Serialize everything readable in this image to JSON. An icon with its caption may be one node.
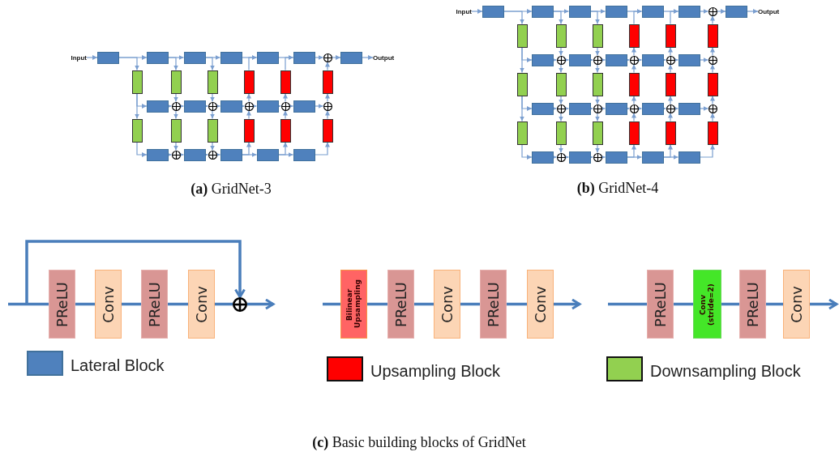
{
  "diagram": {
    "caption": "**(c)** Basic building blocks of GridNet",
    "nodes": [
      {
        "text": [
          "Input"
        ]
      },
      {
        "text": [],
        "shape": "box"
      },
      {
        "text": [],
        "shape": "box"
      },
      {
        "text": [],
        "shape": "box"
      },
      {
        "text": [],
        "shape": "box"
      },
      {
        "text": [],
        "shape": "box"
      },
      {
        "text": [],
        "shape": "box"
      },
      {
        "text": [],
        "shape": "circle"
      },
      {
        "text": [],
        "shape": "box"
      },
      {
        "text": [
          "Output"
        ]
      },
      {
        "text": [],
        "shape": "box"
      },
      {
        "text": [],
        "shape": "box"
      },
      {
        "text": [],
        "shape": "box"
      },
      {
        "text": [],
        "shape": "box"
      },
      {
        "text": [],
        "shape": "box"
      },
      {
        "text": [],
        "shape": "box"
      },
      {
        "text": [],
        "shape": "box"
      },
      {
        "text": [],
        "shape": "circle"
      },
      {
        "text": [],
        "shape": "box"
      },
      {
        "text": [],
        "shape": "circle"
      },
      {
        "text": [],
        "shape": "box"
      },
      {
        "text": [],
        "shape": "circle"
      },
      {
        "text": [],
        "shape": "box"
      },
      {
        "text": [],
        "shape": "circle"
      },
      {
        "text": [],
        "shape": "box"
      },
      {
        "text": [],
        "shape": "circle"
      },
      {
        "text": [],
        "shape": "box"
      },
      {
        "text": [],
        "shape": "box"
      },
      {
        "text": [],
        "shape": "box"
      },
      {
        "text": [],
        "shape": "box"
      },
      {
        "text": [],
        "shape": "box"
      },
      {
        "text": [],
        "shape": "box"
      },
      {
        "text": [],
        "shape": "box"
      },
      {
        "text": [],
        "shape": "circle"
      },
      {
        "text": [],
        "shape": "box"
      },
      {
        "text": [],
        "shape": "circle"
      },
      {
        "text": [],
        "shape": "box"
      },
      {
        "text": [],
        "shape": "box"
      },
      {
        "text": [],
        "shape": "box"
      },
      {
        "text": [
          "Input"
        ]
      },
      {
        "text": [],
        "shape": "box"
      },
      {
        "text": [],
        "shape": "box"
      },
      {
        "text": [],
        "shape": "box"
      },
      {
        "text": [],
        "shape": "box"
      },
      {
        "text": [],
        "shape": "box"
      },
      {
        "text": [],
        "shape": "box"
      },
      {
        "text": [],
        "shape": "circle"
      },
      {
        "text": [],
        "shape": "box"
      },
      {
        "text": [
          "Output"
        ]
      },
      {
        "text": [],
        "shape": "box"
      },
      {
        "text": [],
        "shape": "box"
      },
      {
        "text": [],
        "shape": "box"
      },
      {
        "text": [],
        "shape": "box"
      },
      {
        "text": [],
        "shape": "box"
      },
      {
        "text": [],
        "shape": "box"
      },
      {
        "text": [],
        "shape": "box"
      },
      {
        "text": [],
        "shape": "circle"
      },
      {
        "text": [],
        "shape": "box"
      },
      {
        "text": [],
        "shape": "circle"
      },
      {
        "text": [],
        "shape": "box"
      },
      {
        "text": [],
        "shape": "circle"
      },
      {
        "text": [],
        "shape": "box"
      },
      {
        "text": [],
        "shape": "circle"
      },
      {
        "text": [],
        "shape": "box"
      },
      {
        "text": [],
        "shape": "circle"
      },
      {
        "text": [],
        "shape": "box"
      },
      {
        "text": [],
        "shape": "box"
      },
      {
        "text": [],
        "shape": "box"
      },
      {
        "text": [],
        "shape": "box"
      },
      {
        "text": [],
        "shape": "box"
      },
      {
        "text": [],
        "shape": "box"
      },
      {
        "text": [],
        "shape": "box"
      },
      {
        "text": [],
        "shape": "circle"
      },
      {
        "text": [],
        "shape": "box"
      },
      {
        "text": [],
        "shape": "circle"
      },
      {
        "text": [],
        "shape": "box"
      },
      {
        "text": [],
        "shape": "circle"
      },
      {
        "text": [],
        "shape": "box"
      },
      {
        "text": [],
        "shape": "circle"
      },
      {
        "text": [],
        "shape": "box"
      },
      {
        "text": [],
        "shape": "circle"
      },
      {
        "text": [],
        "shape": "box"
      },
      {
        "text": [],
        "shape": "box"
      },
      {
        "text": [],
        "shape": "box"
      },
      {
        "text": [],
        "shape": "box"
      },
      {
        "text": [],
        "shape": "box"
      },
      {
        "text": [],
        "shape": "box"
      },
      {
        "text": [],
        "shape": "box"
      },
      {
        "text": [],
        "shape": "circle"
      },
      {
        "text": [],
        "shape": "box"
      },
      {
        "text": [],
        "shape": "circle"
      },
      {
        "text": [],
        "shape": "box"
      },
      {
        "text": [],
        "shape": "box"
      },
      {
        "text": [],
        "shape": "box"
      },
      {
        "text": [
          "PReLU"
        ]
      },
      {
        "text": [
          "Conv"
        ]
      },
      {
        "text": [
          "PReLU"
        ]
      },
      {
        "text": [
          "Conv"
        ]
      },
      {
        "text": [],
        "shape": "circle"
      },
      {
        "text": [
          "Bilinear Upsampling"
        ]
      },
      {
        "text": [
          "PReLU"
        ]
      },
      {
        "text": [
          "Conv"
        ]
      },
      {
        "text": [
          "PReLU"
        ]
      },
      {
        "text": [
          "Conv"
        ]
      },
      {
        "text": [
          "PReLU"
        ]
      },
      {
        "text": [
          "Conv (stride=2)"
        ]
      },
      {
        "text": [
          "PReLU"
        ]
      },
      {
        "text": [
          "Conv"
        ]
      }
    ],
    "edges": [
      {
        "from": 0,
        "to": 1,
        "arrow": "to"
      },
      {
        "from": 1,
        "to": 2,
        "arrow": "to"
      },
      {
        "from": 1,
        "to": 10,
        "arrow": "to"
      },
      {
        "from": 2,
        "to": 3,
        "arrow": "to"
      },
      {
        "from": 2,
        "to": 11,
        "arrow": "to"
      },
      {
        "from": 3,
        "to": 4,
        "arrow": "to"
      },
      {
        "from": 3,
        "to": 12,
        "arrow": "to"
      },
      {
        "from": 4,
        "to": 5,
        "arrow": "to"
      },
      {
        "from": 13,
        "to": 5,
        "arrow": "to"
      },
      {
        "from": 5,
        "to": 6,
        "arrow": "to"
      },
      {
        "from": 14,
        "to": 6,
        "arrow": "to"
      },
      {
        "from": 6,
        "to": 7,
        "arrow": "to"
      },
      {
        "from": 15,
        "to": 7,
        "arrow": "to"
      },
      {
        "from": 7,
        "to": 8,
        "arrow": "to"
      },
      {
        "from": 8,
        "to": 9,
        "arrow": "to"
      },
      {
        "from": 10,
        "to": 16,
        "arrow": "to"
      },
      {
        "from": 10,
        "to": 26,
        "arrow": "to"
      },
      {
        "from": 16,
        "to": 17,
        "arrow": "to"
      },
      {
        "from": 11,
        "to": 17,
        "arrow": "to"
      },
      {
        "from": 17,
        "to": 18,
        "arrow": "to"
      },
      {
        "from": 17,
        "to": 27,
        "arrow": "to"
      },
      {
        "from": 18,
        "to": 19,
        "arrow": "to"
      },
      {
        "from": 12,
        "to": 19,
        "arrow": "to"
      },
      {
        "from": 19,
        "to": 20,
        "arrow": "to"
      },
      {
        "from": 19,
        "to": 28,
        "arrow": "to"
      },
      {
        "from": 20,
        "to": 21,
        "arrow": "to"
      },
      {
        "from": 29,
        "to": 21,
        "arrow": "to"
      },
      {
        "from": 21,
        "to": 22,
        "arrow": "to"
      },
      {
        "from": 21,
        "to": 13,
        "arrow": "to"
      },
      {
        "from": 22,
        "to": 23,
        "arrow": "to"
      },
      {
        "from": 30,
        "to": 23,
        "arrow": "to"
      },
      {
        "from": 23,
        "to": 24,
        "arrow": "to"
      },
      {
        "from": 23,
        "to": 14,
        "arrow": "to"
      },
      {
        "from": 24,
        "to": 25,
        "arrow": "to"
      },
      {
        "from": 31,
        "to": 25,
        "arrow": "to"
      },
      {
        "from": 25,
        "to": 15,
        "arrow": "to"
      },
      {
        "from": 26,
        "to": 32,
        "arrow": "to"
      },
      {
        "from": 32,
        "to": 33,
        "arrow": "to"
      },
      {
        "from": 27,
        "to": 33,
        "arrow": "to"
      },
      {
        "from": 33,
        "to": 34,
        "arrow": "to"
      },
      {
        "from": 34,
        "to": 35,
        "arrow": "to"
      },
      {
        "from": 28,
        "to": 35,
        "arrow": "to"
      },
      {
        "from": 35,
        "to": 36,
        "arrow": "to"
      },
      {
        "from": 36,
        "to": 37,
        "arrow": "to"
      },
      {
        "from": 36,
        "to": 29,
        "arrow": "to"
      },
      {
        "from": 37,
        "to": 38,
        "arrow": "to"
      },
      {
        "from": 37,
        "to": 30,
        "arrow": "to"
      },
      {
        "from": 38,
        "to": 31,
        "arrow": "to"
      },
      {
        "from": 39,
        "to": 40,
        "arrow": "to"
      },
      {
        "from": 40,
        "to": 41,
        "arrow": "to"
      },
      {
        "from": 40,
        "to": 49,
        "arrow": "to"
      },
      {
        "from": 41,
        "to": 42,
        "arrow": "to"
      },
      {
        "from": 41,
        "to": 50,
        "arrow": "to"
      },
      {
        "from": 42,
        "to": 43,
        "arrow": "to"
      },
      {
        "from": 42,
        "to": 51,
        "arrow": "to"
      },
      {
        "from": 43,
        "to": 44,
        "arrow": "to"
      },
      {
        "from": 52,
        "to": 44,
        "arrow": "to"
      },
      {
        "from": 44,
        "to": 45,
        "arrow": "to"
      },
      {
        "from": 53,
        "to": 45,
        "arrow": "to"
      },
      {
        "from": 45,
        "to": 46,
        "arrow": "to"
      },
      {
        "from": 54,
        "to": 46,
        "arrow": "to"
      },
      {
        "from": 46,
        "to": 47,
        "arrow": "to"
      },
      {
        "from": 47,
        "to": 48,
        "arrow": "to"
      },
      {
        "from": 49,
        "to": 55,
        "arrow": "to"
      },
      {
        "from": 49,
        "to": 65,
        "arrow": "to"
      },
      {
        "from": 55,
        "to": 56,
        "arrow": "to"
      },
      {
        "from": 50,
        "to": 56,
        "arrow": "to"
      },
      {
        "from": 56,
        "to": 57,
        "arrow": "to"
      },
      {
        "from": 56,
        "to": 66,
        "arrow": "to"
      },
      {
        "from": 57,
        "to": 58,
        "arrow": "to"
      },
      {
        "from": 51,
        "to": 58,
        "arrow": "to"
      },
      {
        "from": 58,
        "to": 59,
        "arrow": "to"
      },
      {
        "from": 58,
        "to": 67,
        "arrow": "to"
      },
      {
        "from": 59,
        "to": 60,
        "arrow": "to"
      },
      {
        "from": 68,
        "to": 60,
        "arrow": "to"
      },
      {
        "from": 60,
        "to": 61,
        "arrow": "to"
      },
      {
        "from": 60,
        "to": 52,
        "arrow": "to"
      },
      {
        "from": 61,
        "to": 62,
        "arrow": "to"
      },
      {
        "from": 69,
        "to": 62,
        "arrow": "to"
      },
      {
        "from": 62,
        "to": 63,
        "arrow": "to"
      },
      {
        "from": 62,
        "to": 53,
        "arrow": "to"
      },
      {
        "from": 63,
        "to": 64,
        "arrow": "to"
      },
      {
        "from": 70,
        "to": 64,
        "arrow": "to"
      },
      {
        "from": 64,
        "to": 54,
        "arrow": "to"
      },
      {
        "from": 65,
        "to": 71,
        "arrow": "to"
      },
      {
        "from": 65,
        "to": 81,
        "arrow": "to"
      },
      {
        "from": 71,
        "to": 72,
        "arrow": "to"
      },
      {
        "from": 66,
        "to": 72,
        "arrow": "to"
      },
      {
        "from": 72,
        "to": 73,
        "arrow": "to"
      },
      {
        "from": 72,
        "to": 82,
        "arrow": "to"
      },
      {
        "from": 73,
        "to": 74,
        "arrow": "to"
      },
      {
        "from": 67,
        "to": 74,
        "arrow": "to"
      },
      {
        "from": 74,
        "to": 75,
        "arrow": "to"
      },
      {
        "from": 74,
        "to": 83,
        "arrow": "to"
      },
      {
        "from": 75,
        "to": 76,
        "arrow": "to"
      },
      {
        "from": 84,
        "to": 76,
        "arrow": "to"
      },
      {
        "from": 76,
        "to": 77,
        "arrow": "to"
      },
      {
        "from": 76,
        "to": 68,
        "arrow": "to"
      },
      {
        "from": 77,
        "to": 78,
        "arrow": "to"
      },
      {
        "from": 85,
        "to": 78,
        "arrow": "to"
      },
      {
        "from": 78,
        "to": 79,
        "arrow": "to"
      },
      {
        "from": 78,
        "to": 69,
        "arrow": "to"
      },
      {
        "from": 79,
        "to": 80,
        "arrow": "to"
      },
      {
        "from": 86,
        "to": 80,
        "arrow": "to"
      },
      {
        "from": 80,
        "to": 70,
        "arrow": "to"
      },
      {
        "from": 81,
        "to": 87,
        "arrow": "to"
      },
      {
        "from": 87,
        "to": 88,
        "arrow": "to"
      },
      {
        "from": 82,
        "to": 88,
        "arrow": "to"
      },
      {
        "from": 88,
        "to": 89,
        "arrow": "to"
      },
      {
        "from": 89,
        "to": 90,
        "arrow": "to"
      },
      {
        "from": 83,
        "to": 90,
        "arrow": "to"
      },
      {
        "from": 90,
        "to": 91,
        "arrow": "to"
      },
      {
        "from": 91,
        "to": 92,
        "arrow": "to"
      },
      {
        "from": 91,
        "to": 84,
        "arrow": "to"
      },
      {
        "from": 92,
        "to": 93,
        "arrow": "to"
      },
      {
        "from": 92,
        "to": 85,
        "arrow": "to"
      },
      {
        "from": 93,
        "to": 86,
        "arrow": "to"
      },
      {
        "from": null,
        "to": 94,
        "arrow": "none",
        "style": "thick",
        "color": "#4a7ebb"
      },
      {
        "from": 94,
        "to": 95,
        "arrow": "none",
        "style": "thick",
        "color": "#4a7ebb"
      },
      {
        "from": 95,
        "to": 96,
        "arrow": "none",
        "style": "thick",
        "color": "#4a7ebb"
      },
      {
        "from": 96,
        "to": 97,
        "arrow": "none",
        "style": "thick",
        "color": "#4a7ebb"
      },
      {
        "from": 97,
        "to": 98,
        "arrow": "none",
        "style": "thick",
        "color": "#4a7ebb"
      },
      {
        "from": null,
        "to": 98,
        "arrow": "to",
        "style": "thick",
        "color": "#4a7ebb"
      },
      {
        "from": 98,
        "to": null,
        "arrow": "to",
        "style": "thick",
        "color": "#4a7ebb"
      },
      {
        "from": null,
        "to": 99,
        "arrow": "none",
        "style": "thick",
        "color": "#4a7ebb"
      },
      {
        "from": 99,
        "to": 100,
        "arrow": "none",
        "style": "thick",
        "color": "#4a7ebb"
      },
      {
        "from": 100,
        "to": 101,
        "arrow": "none",
        "style": "thick",
        "color": "#4a7ebb"
      },
      {
        "from": 101,
        "to": 102,
        "arrow": "none",
        "style": "thick",
        "color": "#4a7ebb"
      },
      {
        "from": 102,
        "to": 103,
        "arrow": "none",
        "style": "thick",
        "color": "#4a7ebb"
      },
      {
        "from": 103,
        "to": null,
        "arrow": "to",
        "style": "thick",
        "color": "#4a7ebb"
      },
      {
        "from": null,
        "to": 104,
        "arrow": "none",
        "style": "thick",
        "color": "#4a7ebb"
      },
      {
        "from": 104,
        "to": 105,
        "arrow": "none",
        "style": "thick",
        "color": "#4a7ebb"
      },
      {
        "from": 105,
        "to": 106,
        "arrow": "none",
        "style": "thick",
        "color": "#4a7ebb"
      },
      {
        "from": 106,
        "to": 107,
        "arrow": "none",
        "style": "thick",
        "color": "#4a7ebb"
      },
      {
        "from": 107,
        "to": null,
        "arrow": "to",
        "style": "thick",
        "color": "#4a7ebb"
      }
    ],
    "labels": [
      "**(a)** GridNet-3",
      "**(b)** GridNet-4"
    ],
    "legend": [
      {
        "text": "Lateral Block",
        "color": "#4f81bd"
      },
      {
        "text": "Upsampling Block",
        "color": "#ff0000"
      },
      {
        "text": "Downsampling Block",
        "color": "#92d050"
      }
    ]
  }
}
